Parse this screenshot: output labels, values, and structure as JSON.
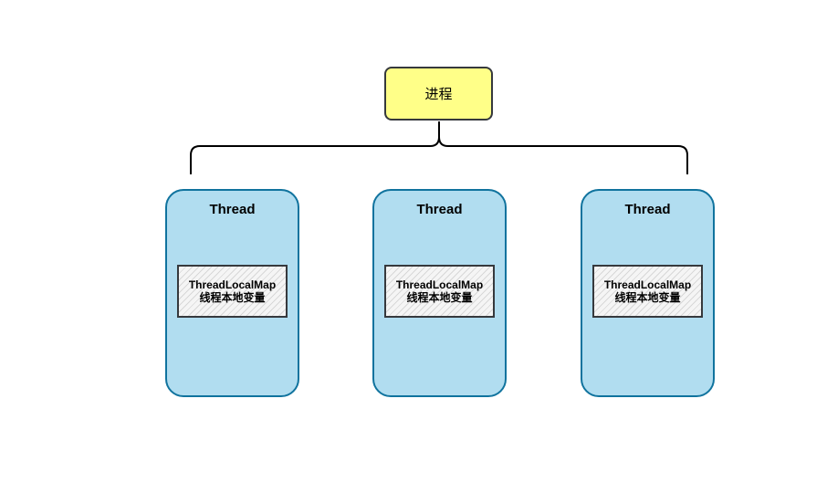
{
  "process": {
    "label": "进程"
  },
  "threads": [
    {
      "title": "Thread",
      "map_name": "ThreadLocalMap",
      "map_desc": "线程本地变量"
    },
    {
      "title": "Thread",
      "map_name": "ThreadLocalMap",
      "map_desc": "线程本地变量"
    },
    {
      "title": "Thread",
      "map_name": "ThreadLocalMap",
      "map_desc": "线程本地变量"
    }
  ],
  "colors": {
    "process_fill": "#ffff88",
    "thread_fill": "#b1ddf0",
    "thread_border": "#10739e",
    "map_fill": "#f5f5f5",
    "stroke": "#36393d"
  }
}
